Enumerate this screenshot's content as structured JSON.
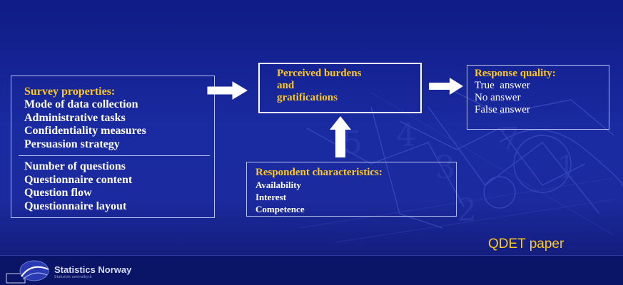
{
  "survey_properties": {
    "heading": "Survey properties:",
    "group1": [
      "Mode of data collection",
      "Administrative tasks",
      "Confidentiality measures",
      "Persuasion strategy"
    ],
    "group2": [
      "Number of questions",
      "Questionnaire content",
      "Question flow",
      "Questionnaire layout"
    ]
  },
  "burdens": {
    "lines": [
      "Perceived burdens",
      "and",
      "gratifications"
    ]
  },
  "response_quality": {
    "heading": "Response quality:",
    "items": [
      "True  answer",
      "No answer",
      "False answer"
    ]
  },
  "respondent": {
    "heading": "Respondent characteristics:",
    "items": [
      "Availability",
      "Interest",
      "Competence"
    ]
  },
  "footer": {
    "label": "QDET paper",
    "org_name": "Statistics Norway",
    "org_subname": "Statistisk sentralbyrå"
  },
  "colors": {
    "background": "#1a2aa0",
    "heading": "#ffc81a",
    "text": "#ffffff"
  }
}
